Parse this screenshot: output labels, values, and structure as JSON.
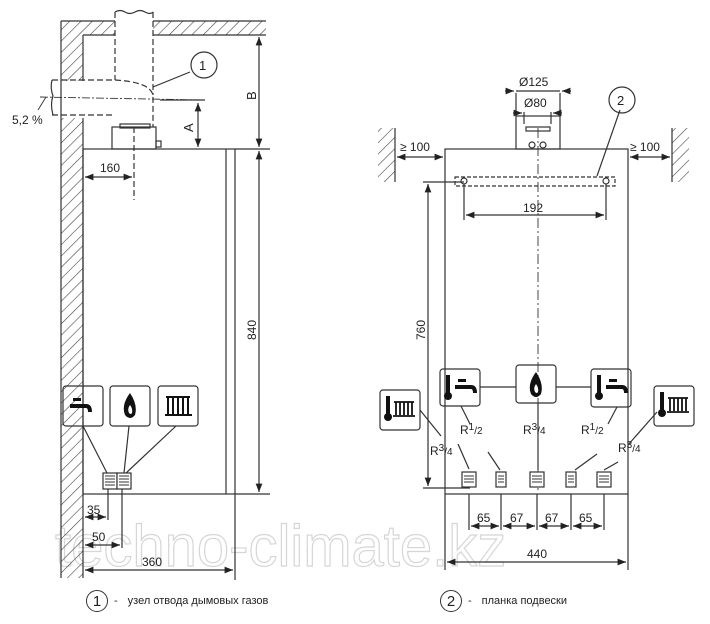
{
  "watermark": "techno-climate.kz",
  "side_view": {
    "slope_label": "5,2 %",
    "callout": "1",
    "dim_A": "A",
    "dim_B": "B",
    "dim_flue_offset": "160",
    "dim_height": "840",
    "dim_35": "35",
    "dim_50": "50",
    "dim_depth": "360",
    "icons": [
      "tap-icon",
      "flame-icon",
      "radiator-icon"
    ]
  },
  "front_view": {
    "dia_outer": "Ø125",
    "dia_inner": "Ø80",
    "callout": "2",
    "clearance_left": "≥ 100",
    "clearance_right": "≥ 100",
    "dim_bracket": "192",
    "dim_height": "760",
    "dim_width": "440",
    "spacings": [
      "65",
      "67",
      "67",
      "65"
    ],
    "connections": [
      {
        "icon": "radiator-thermo-icon",
        "thread": "R",
        "sup": "3",
        "sub": "/4"
      },
      {
        "icon": "tap-thermo-icon",
        "thread": "R",
        "sup": "1",
        "sub": "/2"
      },
      {
        "icon": "flame-icon",
        "thread": "R",
        "sup": "3",
        "sub": "/4"
      },
      {
        "icon": "tap-thermo-icon",
        "thread": "R",
        "sup": "1",
        "sub": "/2"
      },
      {
        "icon": "radiator-thermo-icon",
        "thread": "R",
        "sup": "3",
        "sub": "/4"
      }
    ]
  },
  "legend": [
    {
      "num": "1",
      "dash": "-",
      "text": "узел отвода дымовых газов"
    },
    {
      "num": "2",
      "dash": "-",
      "text": "планка подвески"
    }
  ]
}
